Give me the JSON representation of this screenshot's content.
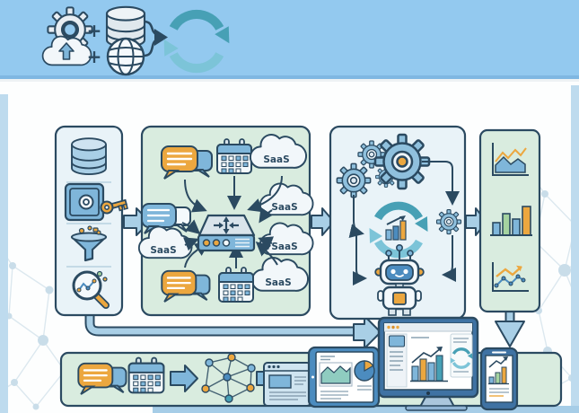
{
  "labels": {
    "saas": "SaaS",
    "plus": "+"
  },
  "banner": {
    "icons": [
      "gear-icon",
      "database-icon",
      "cloud-upload-icon",
      "globe-icon",
      "sync-loop-icon"
    ],
    "meaning": "systems plus data sources feed a continuous sync loop"
  },
  "pipeline": {
    "sources_panel": {
      "icons": [
        "database-icon",
        "vault-key-icon",
        "filter-funnel-icon",
        "search-analytics-icon"
      ]
    },
    "ingestion_panel": {
      "icons": [
        "chat-messages-icon",
        "calendar-icon",
        "saas-cloud-icon",
        "integration-hub-icon"
      ],
      "saas_cloud_count": 5
    },
    "processing_panel": {
      "icons": [
        "gear-cluster-icon",
        "big-gear-icon",
        "sync-loop-chart-icon",
        "small-gear-icon",
        "ai-robot-icon"
      ]
    },
    "output_panel": {
      "icons": [
        "area-chart-icon",
        "bar-chart-icon",
        "line-chart-icon"
      ]
    },
    "delivery_panel": {
      "icons": [
        "chat-messages-icon",
        "calendar-icon",
        "neural-network-icon",
        "browser-window",
        "tablet-device",
        "desktop-dashboard",
        "phone-device"
      ]
    }
  },
  "colors": {
    "banner-blue": "#93c9ef",
    "banner-edge": "#7fb7e2",
    "strip-blue": "#bedbee",
    "bottom-strip": "#a6cde7",
    "panel-blue": "#e9f3f8",
    "panel-mint": "#d9ecdf",
    "ink": "#2b4a61",
    "icon-blue": "#7fb6da",
    "icon-blue-dark": "#4c8cbf",
    "icon-blue-light": "#b9d8ec",
    "steel": "#d9e4eb",
    "white-ish": "#f4f9fc",
    "orange": "#eca73f",
    "orange-deep": "#d98f2b",
    "teal": "#47a0b5",
    "teal-light": "#7cc4d8",
    "green": "#a5d3a0",
    "pipe": "#a9cfe6",
    "net-line": "#dce8ef",
    "net-node": "#c9dde9",
    "gray-line": "#8aa2b2",
    "frame-blue": "#3f72a3",
    "browser-bg": "#cfe4f0"
  }
}
